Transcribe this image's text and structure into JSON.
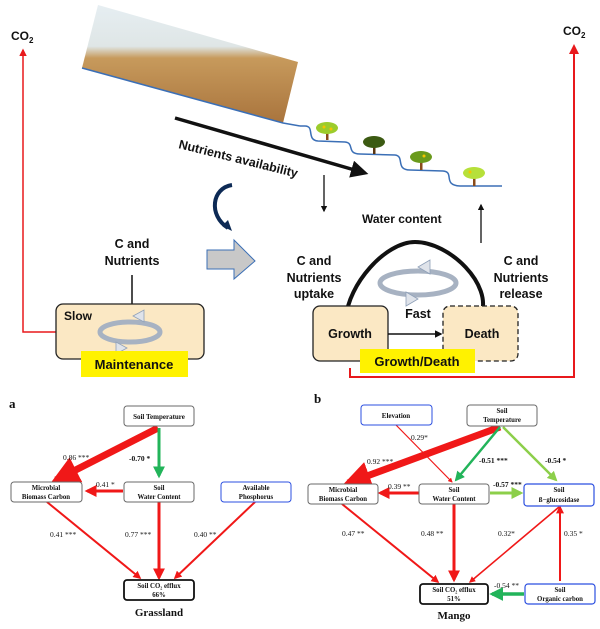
{
  "top": {
    "co2_left": "CO",
    "co2_right": "CO",
    "co2_sub": "2",
    "nutrients_availability": "Nutrients availability",
    "water_content": "Water content",
    "left_input": [
      "C and",
      "Nutrients"
    ],
    "slow_label": "Slow",
    "maintenance_label": "Maintenance",
    "uptake_label": [
      "C and",
      "Nutrients",
      "uptake"
    ],
    "release_label": [
      "C and",
      "Nutrients",
      "release"
    ],
    "fast_label": "Fast",
    "growth_label": "Growth",
    "death_label": "Death",
    "growth_death_label": "Growth/Death",
    "colors": {
      "co2_line": "#e8191c",
      "box_fill": "#fbe8c4",
      "highlight": "#fff200",
      "slope_line": "#3b6fb6"
    }
  },
  "panel_a": {
    "letter": "a",
    "title": "Grassland",
    "nodes": {
      "soil_temperature": [
        "Soil Temperature"
      ],
      "microbial_biomass_carbon": [
        "Microbial",
        "Biomass Carbon"
      ],
      "soil_water_content": [
        "Soil",
        "Water Content"
      ],
      "available_phosphorus": [
        "Available",
        "Phosphorus"
      ],
      "soil_co2_efflux": [
        "Soil CO₂ efflux",
        "66%"
      ]
    },
    "paths": [
      {
        "from": "soil_temperature",
        "to": "microbial_biomass_carbon",
        "coef": "0.86 ***",
        "sign": "positive"
      },
      {
        "from": "soil_temperature",
        "to": "soil_water_content",
        "coef": "-0.70 *",
        "sign": "negative"
      },
      {
        "from": "soil_water_content",
        "to": "microbial_biomass_carbon",
        "coef": "0.41 *",
        "sign": "positive"
      },
      {
        "from": "microbial_biomass_carbon",
        "to": "soil_co2_efflux",
        "coef": "0.41 ***",
        "sign": "positive"
      },
      {
        "from": "soil_water_content",
        "to": "soil_co2_efflux",
        "coef": "0.77 ***",
        "sign": "positive"
      },
      {
        "from": "available_phosphorus",
        "to": "soil_co2_efflux",
        "coef": "0.40 **",
        "sign": "positive"
      }
    ]
  },
  "panel_b": {
    "letter": "b",
    "title": "Mango",
    "nodes": {
      "elevation": [
        "Elevation"
      ],
      "soil_temperature": [
        "Soil",
        "Temperature"
      ],
      "microbial_biomass_carbon": [
        "Microbial",
        "Biomass Carbon"
      ],
      "soil_water_content": [
        "Soil",
        "Water Content"
      ],
      "soil_b_glucosidase": [
        "Soil",
        "ß−glucosidase"
      ],
      "soil_co2_efflux": [
        "Soil CO₂ efflux",
        "51%"
      ],
      "soil_organic_carbon": [
        "Soil",
        "Organic carbon"
      ]
    },
    "paths": [
      {
        "from": "elevation",
        "to": "soil_water_content",
        "coef": "0.29*",
        "sign": "positive"
      },
      {
        "from": "soil_temperature",
        "to": "microbial_biomass_carbon",
        "coef": "0.92 ***",
        "sign": "positive"
      },
      {
        "from": "soil_temperature",
        "to": "soil_water_content",
        "coef": "-0.51 ***",
        "sign": "negative"
      },
      {
        "from": "soil_temperature",
        "to": "soil_b_glucosidase",
        "coef": "-0.54 *",
        "sign": "negative"
      },
      {
        "from": "soil_water_content",
        "to": "microbial_biomass_carbon",
        "coef": "0.39 **",
        "sign": "positive"
      },
      {
        "from": "soil_water_content",
        "to": "soil_b_glucosidase",
        "coef": "-0.57 ***",
        "sign": "negative"
      },
      {
        "from": "microbial_biomass_carbon",
        "to": "soil_co2_efflux",
        "coef": "0.47 **",
        "sign": "positive"
      },
      {
        "from": "soil_water_content",
        "to": "soil_co2_efflux",
        "coef": "0.48 **",
        "sign": "positive"
      },
      {
        "from": "soil_b_glucosidase",
        "to": "soil_co2_efflux",
        "coef": "0.32*",
        "sign": "positive"
      },
      {
        "from": "soil_organic_carbon",
        "to": "soil_b_glucosidase",
        "coef": "0.35 *",
        "sign": "positive"
      },
      {
        "from": "soil_organic_carbon",
        "to": "soil_co2_efflux",
        "coef": "-0.54 **",
        "sign": "negative"
      }
    ]
  },
  "colors": {
    "positive": "#f01818",
    "negative_dark": "#22b45a",
    "negative_light": "#8ccf4a",
    "observed_border": "#6a6a6a",
    "exogenous_border": "#2b4fe0"
  }
}
